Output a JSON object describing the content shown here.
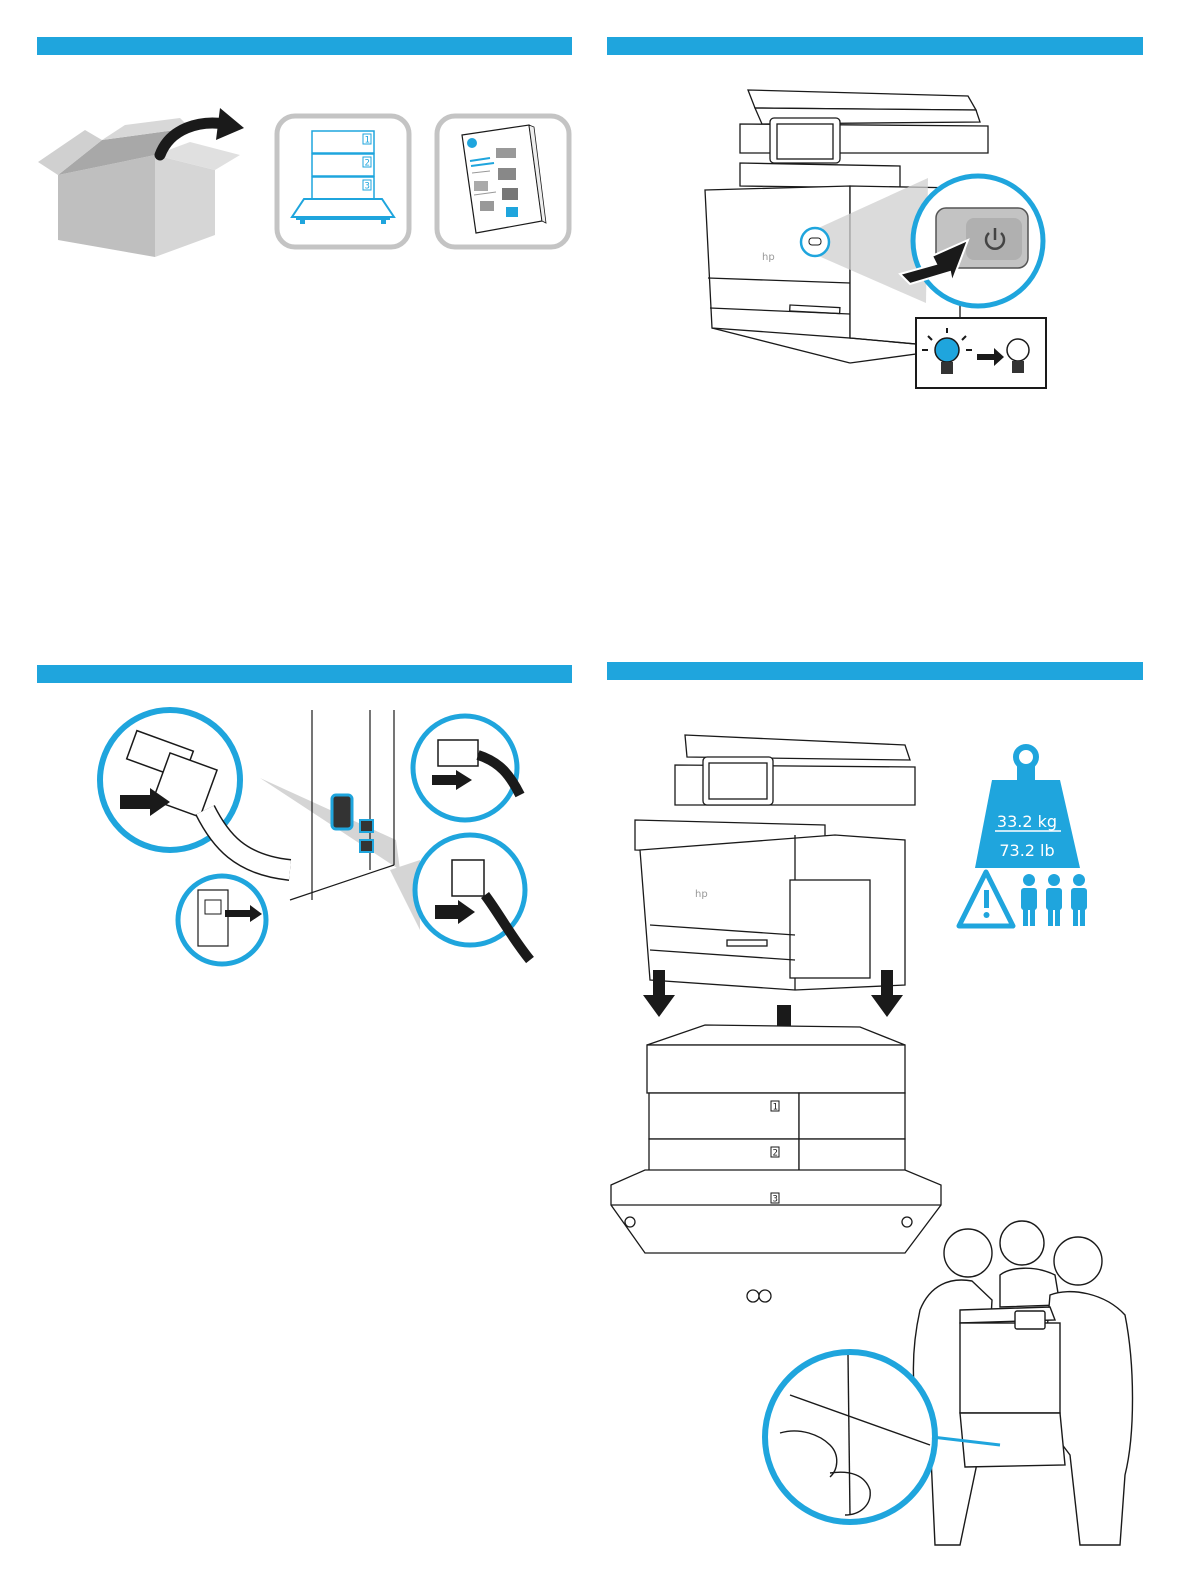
{
  "colors": {
    "accent": "#1fa5dd",
    "line": "#1a1a1a",
    "box_gray": "#c9c9c9"
  },
  "step1": {
    "items": [
      "box-with-arrow-icon",
      "tray-stack-card",
      "manual-booklet-card"
    ],
    "tray_labels": [
      "1",
      "2",
      "3"
    ]
  },
  "step2": {
    "icons": [
      "power-button-icon",
      "light-on-icon",
      "arrow-right-icon",
      "light-off-icon"
    ]
  },
  "step3": {
    "icons": [
      "usb-cable-icon",
      "power-plug-icon",
      "wall-outlet-icon",
      "network-cable-icon"
    ]
  },
  "step4": {
    "weight": {
      "kg": "33.2 kg",
      "lb": "73.2 lb"
    },
    "tray_labels": [
      "1",
      "2",
      "3"
    ],
    "icons": [
      "weight-icon",
      "warning-icon",
      "three-people-icon",
      "down-arrow-icon"
    ]
  }
}
